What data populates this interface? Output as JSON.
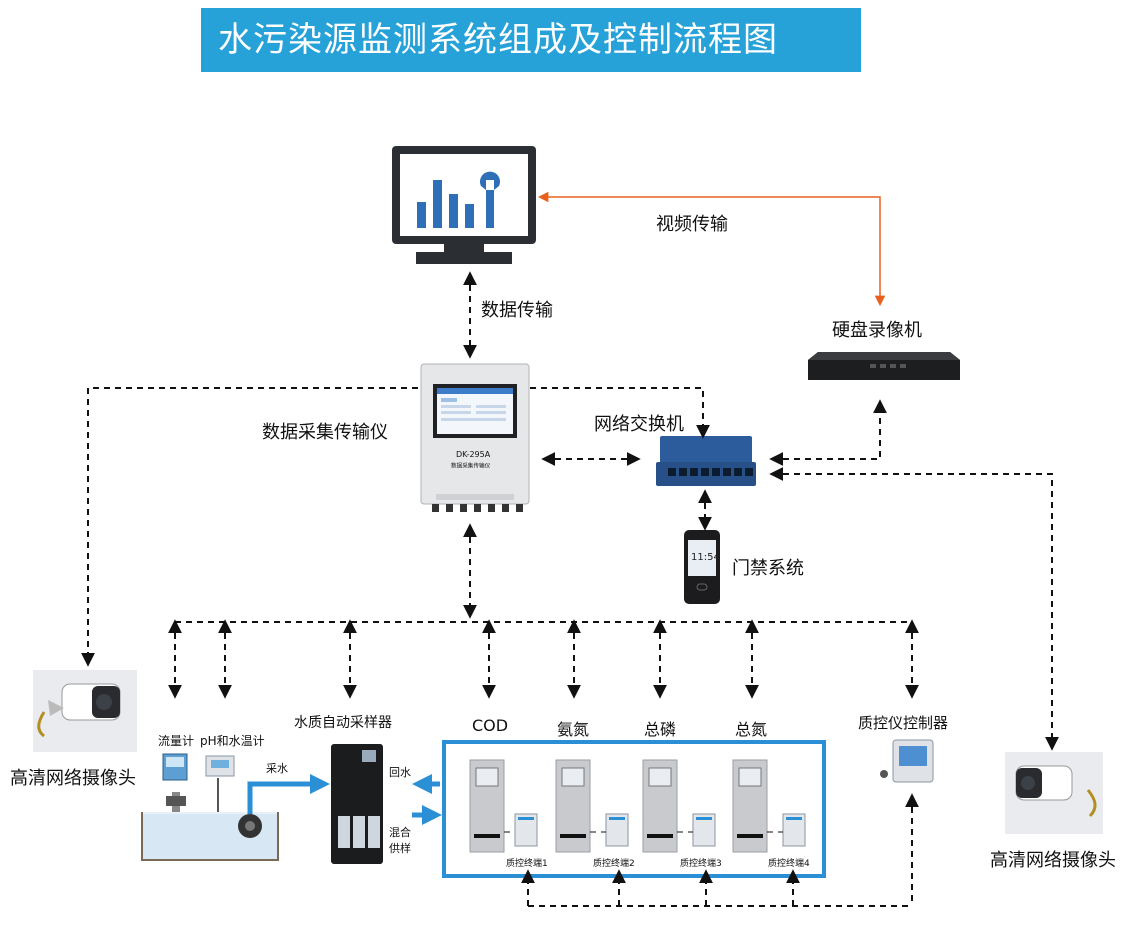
{
  "title": "水污染源监测系统组成及控制流程图",
  "labels": {
    "video_transfer": "视频传输",
    "data_transfer": "数据传输",
    "nvr": "硬盘录像机",
    "dtu": "数据采集传输仪",
    "switch": "网络交换机",
    "access_control": "门禁系统",
    "camera_left": "高清网络摄像头",
    "camera_right": "高清网络摄像头",
    "flowmeter": "流量计",
    "ph_meter": "pH和水温计",
    "sampler": "水质自动采样器",
    "sampling_water": "采水",
    "return_water": "回水",
    "mixed_supply_1": "混合",
    "mixed_supply_2": "供样",
    "qc_controller": "质控仪控制器"
  },
  "dtu_screen": {
    "model": "DK-295A",
    "subtitle": "数据采集传输仪"
  },
  "access_screen": {
    "time": "11:54"
  },
  "analyzers": [
    {
      "name": "COD",
      "terminal": "质控终端1"
    },
    {
      "name": "氨氮",
      "terminal": "质控终端2"
    },
    {
      "name": "总磷",
      "terminal": "质控终端3"
    },
    {
      "name": "总氮",
      "terminal": "质控终端4"
    }
  ],
  "colors": {
    "title_bg": "#27a2d8",
    "video_line": "#e8601c",
    "water_line": "#2b8fd6",
    "dashed_line": "#111111"
  }
}
